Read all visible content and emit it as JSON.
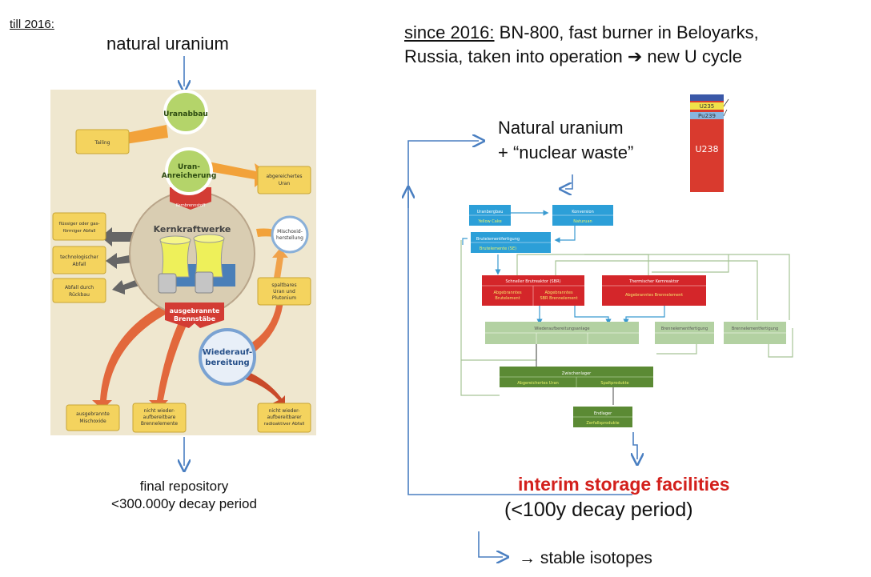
{
  "left": {
    "till_label": "till 2016:",
    "top_label": "natural uranium",
    "bottom_line1": "final repository",
    "bottom_line2": "<300.000y decay period",
    "diagram": {
      "uranabbau": "Uranabbau",
      "anreicherung_1": "Uran-",
      "anreicherung_2": "Anreicherung",
      "kernbrennstoff": "Kernbrennstoff",
      "kernkraftwerke": "Kernkraftwerke",
      "brennstaebe_1": "ausgebrannte",
      "brennstaebe_2": "Brennstäbe",
      "wiederauf_1": "Wiederauf-",
      "wiederauf_2": "bereitung",
      "mischoxid_1": "Mischoxid-",
      "mischoxid_2": "herstellung",
      "tailing": "Tailing",
      "abgereichertes_1": "abgereichertes",
      "abgereichertes_2": "Uran",
      "fluessiger_1": "flüssiger oder gas-",
      "fluessiger_2": "förmiger Abfall",
      "technologischer_1": "technologischer",
      "technologischer_2": "Abfall",
      "rueckbau_1": "Abfall durch",
      "rueckbau_2": "Rückbau",
      "spaltbares_1": "spaltbares",
      "spaltbares_2": "Uran und",
      "spaltbares_3": "Plutonium",
      "mischoxide_1": "ausgebrannte",
      "mischoxide_2": "Mischoxide",
      "nicht_brenn_1": "nicht wieder-",
      "nicht_brenn_2": "aufbereitbare",
      "nicht_brenn_3": "Brennelemente",
      "nicht_abfall_1": "nicht wieder-",
      "nicht_abfall_2": "aufbereitbarer",
      "nicht_abfall_3": "radioaktiver Abfall"
    }
  },
  "right": {
    "heading_underlined": "since 2016:",
    "heading_rest": " BN-800, fast burner in Beloyarks,",
    "heading_line2": "Russia, taken into operation ➔ new U cycle",
    "natural_1": "Natural uranium",
    "natural_2": "+ “nuclear waste”",
    "interim": "interim storage facilities",
    "decay": "(<100y decay period)",
    "stable": "→ stable isotopes",
    "bar": {
      "u235": "U235",
      "pu239": "Pu239",
      "u238": "U238"
    },
    "flow": {
      "uranbergbau": "Uranbergbau",
      "yellow_cake": "Yellow Cake",
      "konversion": "Konversion",
      "naturuan": "Naturuan",
      "brutelement_fert": "Brutelementfertigung",
      "brutelement_se": "Brutelemente (SE)",
      "sbr": "Schneller Brutreaktor (SBR)",
      "sbr_a1": "Abgebranntes",
      "sbr_a2": "Brutelement",
      "sbr_b1": "Abgebranntes",
      "sbr_b2": "SBR Brennelement",
      "thermisch": "Thermischer Kernreaktor",
      "thermisch_a": "Abgebranntes Brennelement",
      "wiederauf": "Wiederaufbereitungsanlage",
      "bf1": "Brennelementfertigung",
      "bf2": "Brennelementfertigung",
      "zwischenlager": "Zwischenlager",
      "zw_a": "Abgereichertes Uran",
      "zw_b": "Spaltprodukte",
      "endlager": "Endlager",
      "endlager_sub": "Zerfallsprodukte"
    }
  },
  "colors": {
    "arrow_blue": "#4a7fc1",
    "interim_red": "#d3201c",
    "left_panel_bg": "#efe7cf"
  }
}
